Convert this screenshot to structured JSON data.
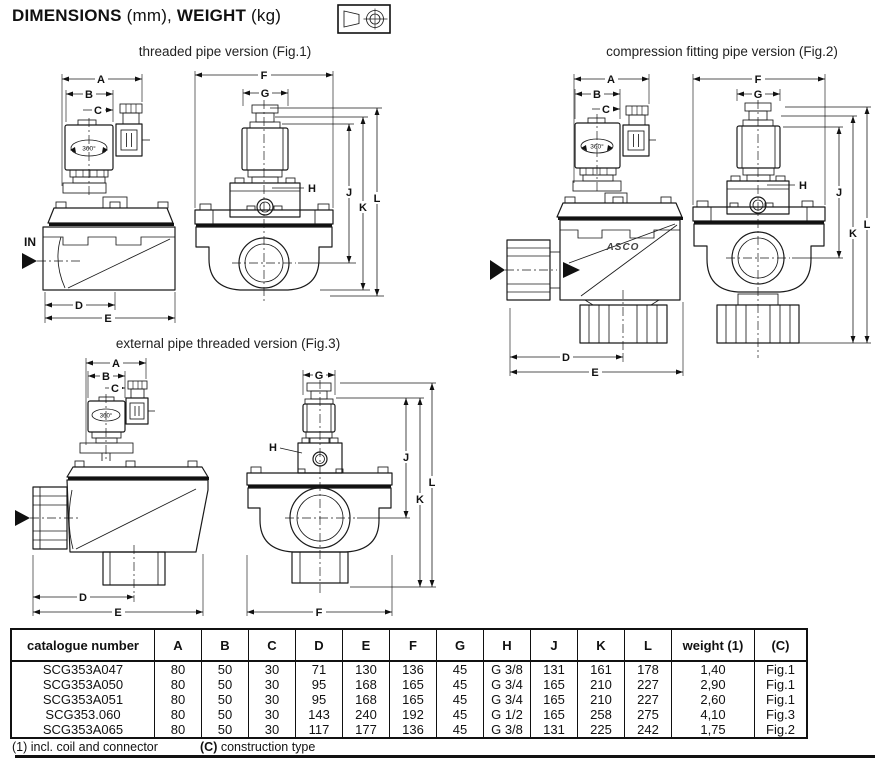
{
  "header": {
    "title_dims": "DIMENSIONS",
    "title_dims_unit": " (mm), ",
    "title_weight": "WEIGHT",
    "title_weight_unit": " (kg)",
    "projection_icon": "first-angle-projection-symbol"
  },
  "figures": {
    "fig1": {
      "caption": "threaded pipe version (Fig.1)",
      "flow_label": "IN",
      "rotation_label": "360°",
      "dims": {
        "A": "A",
        "B": "B",
        "C": "C",
        "D": "D",
        "E": "E",
        "F": "F",
        "G": "G",
        "H": "H",
        "J": "J",
        "K": "K",
        "L": "L"
      }
    },
    "fig2": {
      "caption": "compression fitting pipe version (Fig.2)",
      "brand": "ASCO",
      "rotation_label": "360°",
      "dims": {
        "A": "A",
        "B": "B",
        "C": "C",
        "D": "D",
        "E": "E",
        "F": "F",
        "G": "G",
        "H": "H",
        "J": "J",
        "K": "K",
        "L": "L"
      }
    },
    "fig3": {
      "caption": "external pipe threaded version (Fig.3)",
      "rotation_label": "360°",
      "dims": {
        "A": "A",
        "B": "B",
        "C": "C",
        "D": "D",
        "E": "E",
        "F": "F",
        "G": "G",
        "H": "H",
        "J": "J",
        "K": "K",
        "L": "L"
      }
    }
  },
  "table": {
    "headers": [
      "catalogue number",
      "A",
      "B",
      "C",
      "D",
      "E",
      "F",
      "G",
      "H",
      "J",
      "K",
      "L",
      "weight (1)",
      "(C)"
    ],
    "rows": [
      [
        "SCG353A047",
        "80",
        "50",
        "30",
        "71",
        "130",
        "136",
        "45",
        "G 3/8",
        "131",
        "161",
        "178",
        "1,40",
        "Fig.1"
      ],
      [
        "SCG353A050",
        "80",
        "50",
        "30",
        "95",
        "168",
        "165",
        "45",
        "G 3/4",
        "165",
        "210",
        "227",
        "2,90",
        "Fig.1"
      ],
      [
        "SCG353A051",
        "80",
        "50",
        "30",
        "95",
        "168",
        "165",
        "45",
        "G 3/4",
        "165",
        "210",
        "227",
        "2,60",
        "Fig.1"
      ],
      [
        "SCG353.060",
        "80",
        "50",
        "30",
        "143",
        "240",
        "192",
        "45",
        "G 1/2",
        "165",
        "258",
        "275",
        "4,10",
        "Fig.3"
      ],
      [
        "SCG353A065",
        "80",
        "50",
        "30",
        "117",
        "177",
        "136",
        "45",
        "G 3/8",
        "131",
        "225",
        "242",
        "1,75",
        "Fig.2"
      ]
    ]
  },
  "footnotes": {
    "note1": "(1) incl. coil and connector",
    "note2_bold": "(C)",
    "note2_rest": " construction type"
  }
}
